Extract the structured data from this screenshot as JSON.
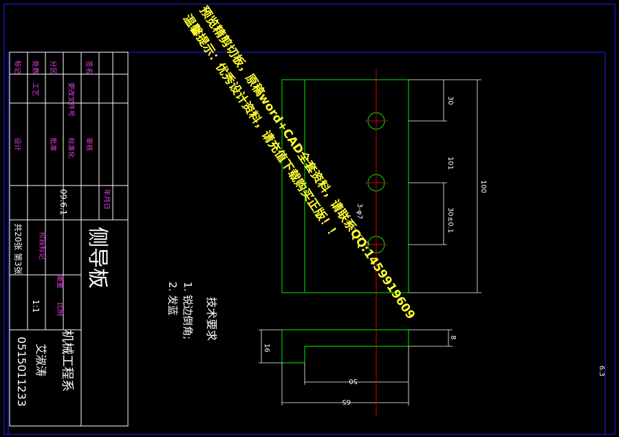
{
  "drawing": {
    "part_title": "侧导板",
    "school_dept": "机械工程系",
    "designer_name": "艾淑涛",
    "student_id": "0515011233",
    "date": "09.6.1",
    "scale": "1:1",
    "scale_label": "比例",
    "weight_label": "重量",
    "mark_label": "阶段标记",
    "sheet_info": "共20张 第3张",
    "roughness": "6.3",
    "tech_req": {
      "heading": "技术要求",
      "items": [
        "1. 锐边倒角;",
        "2. 发蓝"
      ]
    },
    "title_block_cells": [
      "标记",
      "处数",
      "分区",
      "更改文件号",
      "签名",
      "年月日",
      "设计",
      "标准化",
      "审核",
      "工艺",
      "批准"
    ],
    "dimensions": {
      "top_30": "30",
      "mid_101": "101",
      "overall_100": "100",
      "bottom_30_101": "30±0.1",
      "hole_note": "3-φ7",
      "thickness_16": "16",
      "step_8": "8",
      "width_50": "50",
      "width_65": "65"
    }
  },
  "watermark": {
    "line1": "预览精剪切板，原稿word+CAD全套资料，请联系QQ:1459919609",
    "line2": "温馨提示：优秀设计资料，请充值下载购买正版！！"
  },
  "colors": {
    "background": "#000000",
    "frame": "#1a1ae0",
    "lines": "#ffffff",
    "part": "#00c800",
    "center": "#e00000",
    "label": "#e040e0",
    "watermark": "#ffff33"
  }
}
